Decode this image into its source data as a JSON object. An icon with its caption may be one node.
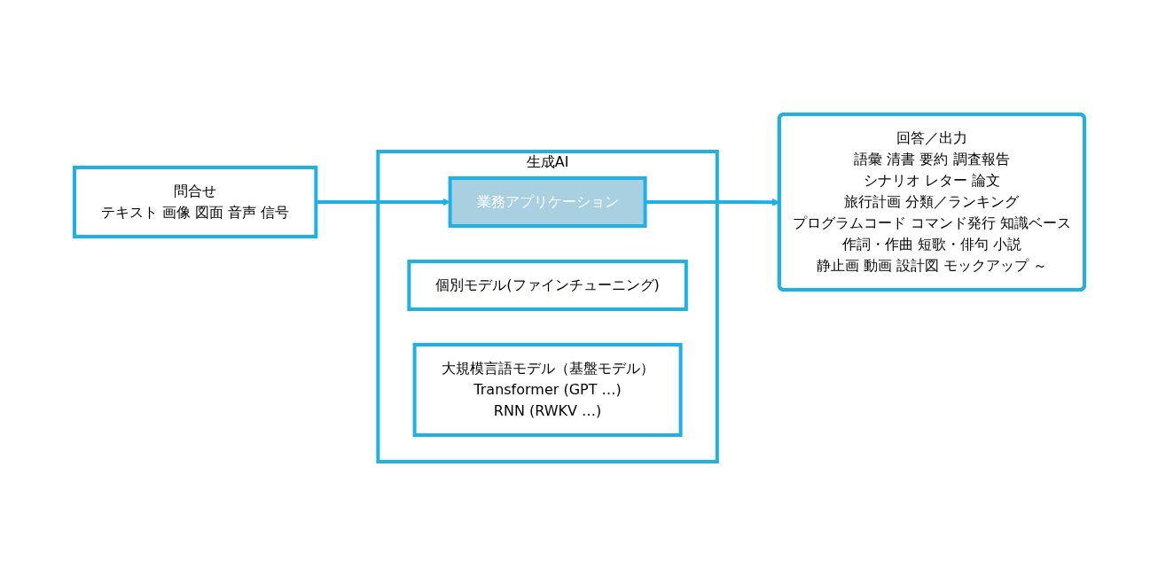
{
  "diagram": {
    "nodes": [
      {
        "text": [
          "問合せ",
          "テキスト 画像 図面 音声 信号"
        ]
      },
      {
        "text": [
          "生成AI"
        ]
      },
      {
        "text": [
          "業務アプリケーション"
        ],
        "in": 1
      },
      {
        "text": [
          "個別モデル(ファインチューニング)"
        ],
        "in": 1
      },
      {
        "text": [
          "大規模言語モデル（基盤モデル）",
          "Transformer (GPT …)",
          "RNN (RWKV …)"
        ],
        "in": 1
      },
      {
        "text": [
          "回答／出力",
          "語彙 清書 要約 調査報告",
          "シナリオ レター 論文",
          "旅行計画 分類／ランキング",
          "プログラムコード コマンド発行 知識ベース",
          "作詞・作曲 短歌・俳句 小説",
          "静止画 動画 設計図 モックアップ ～"
        ]
      }
    ],
    "edges": [
      {
        "from": 0,
        "to": 2,
        "arrow": "to"
      },
      {
        "from": 2,
        "to": 5,
        "arrow": "to"
      }
    ]
  }
}
